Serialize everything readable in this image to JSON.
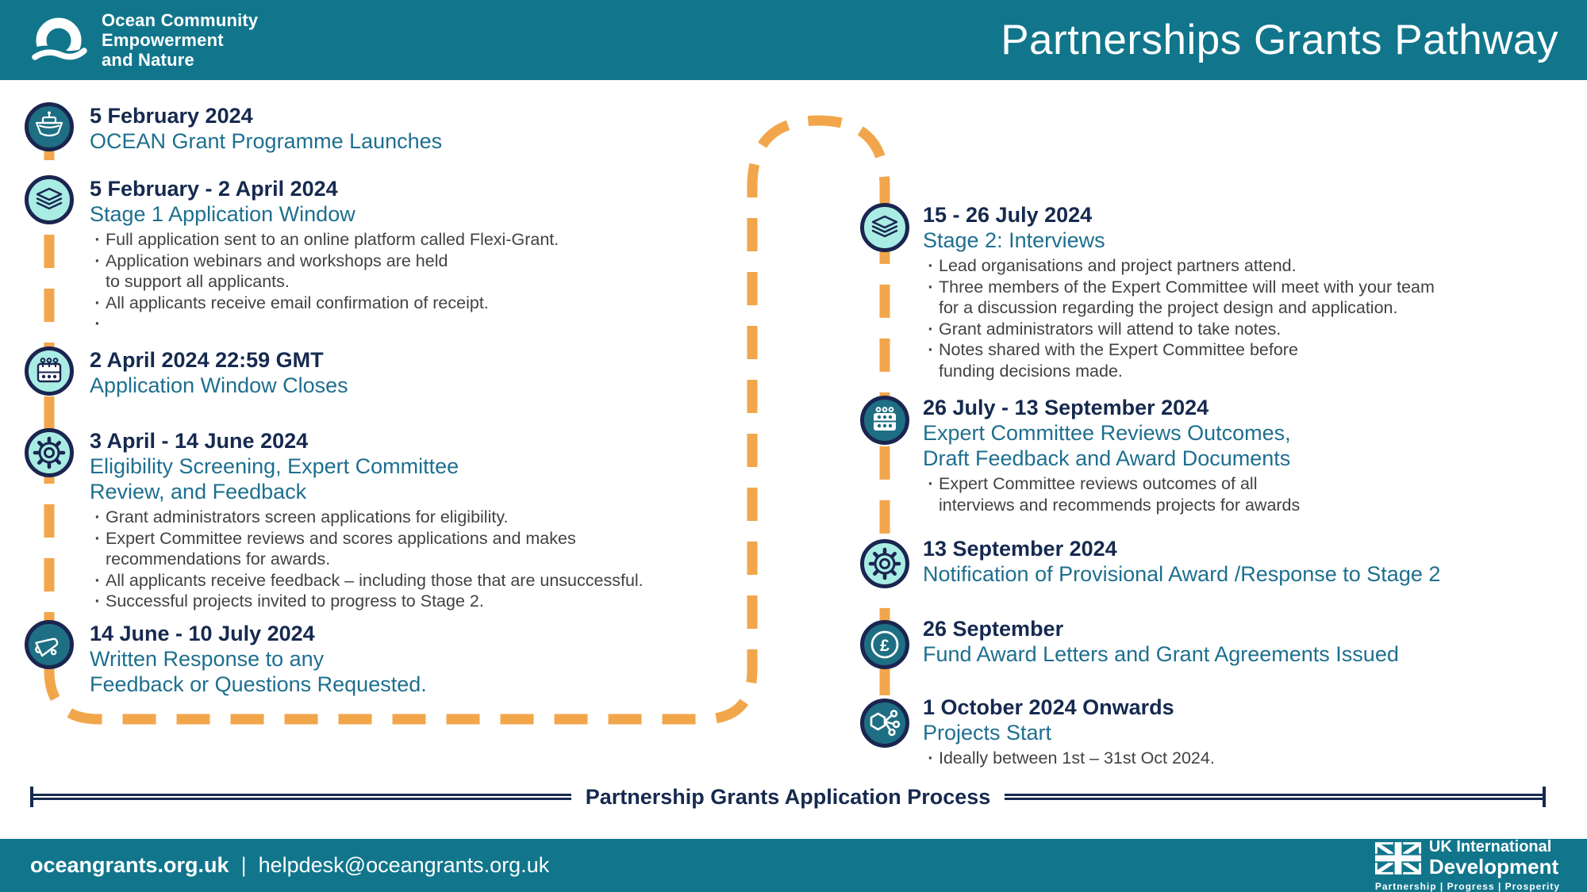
{
  "header": {
    "logo_name": "Ocean Community\nEmpowerment\nand Nature",
    "title": "Partnerships Grants Pathway"
  },
  "timeline_left": [
    {
      "icon": "ship-icon",
      "variant": "dark",
      "date": "5 February 2024",
      "title": "OCEAN Grant Programme Launches",
      "bullets": []
    },
    {
      "icon": "layers-icon",
      "variant": "light",
      "date": "5 February - 2 April 2024",
      "title": "Stage 1 Application Window",
      "bullets": [
        "Full application sent to an online platform called Flexi-Grant.",
        "Application webinars and workshops are held\nto support all applicants.",
        "All applicants receive email confirmation of receipt.",
        ""
      ]
    },
    {
      "icon": "calendar-icon",
      "variant": "light",
      "date": "2 April 2024 22:59 GMT",
      "title": "Application Window Closes",
      "bullets": []
    },
    {
      "icon": "gear-icon",
      "variant": "light",
      "date": "3 April - 14 June 2024",
      "title": "Eligibility Screening, Expert Committee\nReview, and Feedback",
      "bullets": [
        "Grant administrators screen applications for eligibility.",
        "Expert Committee reviews and scores applications and makes\nrecommendations for awards.",
        "All applicants receive feedback – including those that are unsuccessful.",
        "Successful projects invited to progress to Stage 2."
      ]
    },
    {
      "icon": "megaphone-icon",
      "variant": "dark",
      "date": "14 June - 10 July 2024",
      "title": "Written Response to any\nFeedback or Questions Requested.",
      "bullets": []
    }
  ],
  "timeline_right": [
    {
      "icon": "layers-icon",
      "variant": "light",
      "date": "15 - 26 July 2024",
      "title": "Stage 2: Interviews",
      "bullets": [
        "Lead organisations and project partners attend.",
        "Three members of the Expert Committee will meet with your team\nfor a discussion regarding the project design and application.",
        "Grant administrators will attend to take notes.",
        "Notes shared with the Expert Committee before\nfunding decisions made."
      ]
    },
    {
      "icon": "calendar-icon",
      "variant": "dark",
      "date": "26 July - 13 September 2024",
      "title": "Expert Committee Reviews Outcomes,\nDraft Feedback and Award Documents",
      "bullets": [
        "Expert Committee reviews outcomes of all\ninterviews and recommends projects for awards"
      ]
    },
    {
      "icon": "gear-icon",
      "variant": "light",
      "date": "13 September 2024",
      "title": "Notification of Provisional Award /Response to Stage 2",
      "bullets": []
    },
    {
      "icon": "pound-icon",
      "variant": "dark",
      "date": "26 September",
      "title": "Fund Award Letters and Grant Agreements Issued",
      "bullets": []
    },
    {
      "icon": "molecule-icon",
      "variant": "dark",
      "date": "1 October 2024 Onwards",
      "title": "Projects Start",
      "bullets": [
        "Ideally between 1st – 31st Oct 2024."
      ]
    }
  ],
  "bottom_label": "Partnership Grants Application Process",
  "footer": {
    "site": "oceangrants.org.uk",
    "separator": "|",
    "email": "helpdesk@oceangrants.org.uk",
    "uk_logo": {
      "line1": "UK International",
      "line2": "Development",
      "tagline": "Partnership    |    Progress    |    Prosperity"
    }
  },
  "icons": {
    "pound_symbol": "£"
  },
  "colors": {
    "header_teal": "#11768C",
    "navy": "#16294F",
    "title_teal": "#1E6F8F",
    "orange": "#F2A64B",
    "icon_light_fill": "#A9ECE3",
    "icon_dark_fill": "#1E6F83",
    "icon_border_navy": "#1A2550",
    "bullet_gray": "#404243"
  }
}
